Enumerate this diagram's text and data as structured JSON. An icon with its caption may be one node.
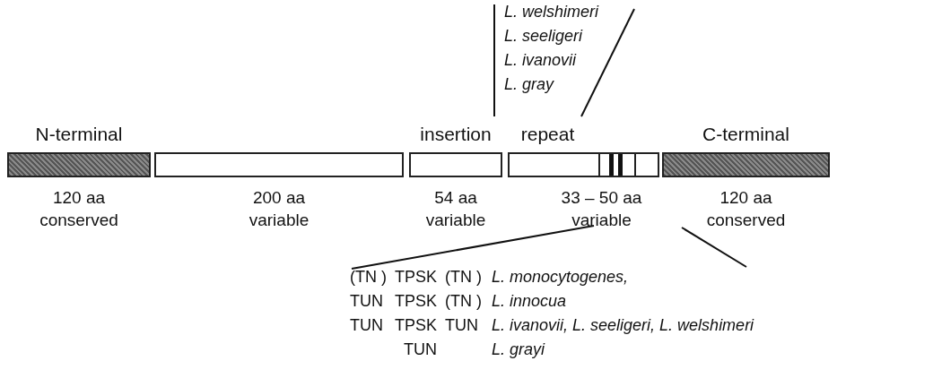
{
  "diagram": {
    "nodes": [
      {
        "text": [
          "N-terminal"
        ],
        "beside": [
          "120 aa conserved"
        ]
      },
      {
        "text": [],
        "shape": "bar",
        "beside": [
          "200 aa variable"
        ]
      },
      {
        "text": [
          "insertion"
        ],
        "beside": [
          "54 aa variable"
        ]
      },
      {
        "text": [
          "repeat"
        ],
        "beside": [
          "33 – 50 aa variable"
        ]
      },
      {
        "text": [
          "C-terminal"
        ],
        "beside": [
          "120 aa conserved"
        ]
      }
    ],
    "labels": [
      "L. welshimeri",
      "L. seeligeri",
      "L. ivanovii",
      "L. gray",
      "(TN )",
      "TPSK",
      "(TN )",
      "L. monocytogenes,",
      "TUN",
      "TPSK",
      "(TN )",
      "L. innocua",
      "TUN",
      "TPSK",
      "TUN",
      "L. ivanovii, L. seeligeri, L. welshimeri",
      "TUN",
      "L. grayi"
    ]
  }
}
